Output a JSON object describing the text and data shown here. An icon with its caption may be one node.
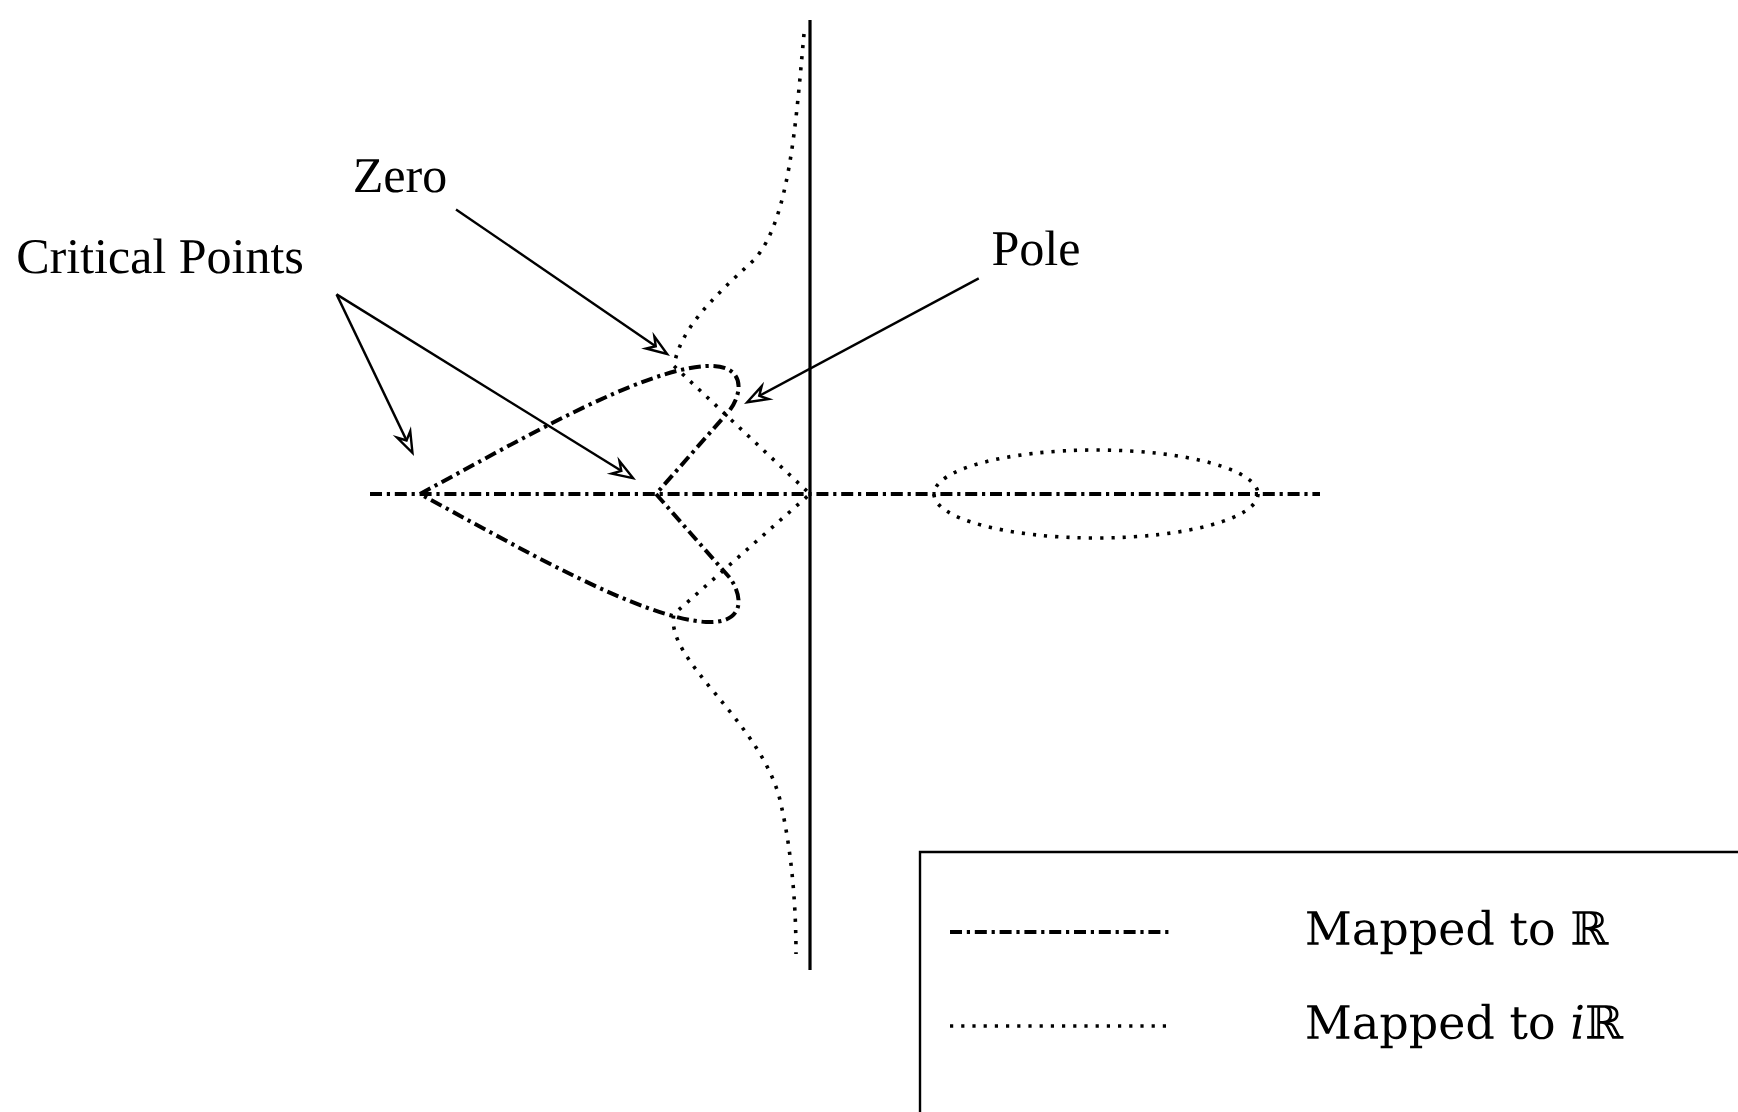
{
  "diagram": {
    "nodes": [
      {
        "text": [
          "Zero"
        ]
      },
      {
        "text": [
          "Critical Points"
        ]
      },
      {
        "text": [
          "Pole"
        ]
      }
    ],
    "edges": [
      {
        "from": 0,
        "to": null,
        "arrow": "to"
      },
      {
        "from": 1,
        "to": null,
        "arrow": "to"
      },
      {
        "from": 1,
        "to": null,
        "arrow": "to"
      },
      {
        "from": 2,
        "to": null,
        "arrow": "to"
      }
    ],
    "legend": [
      {
        "text": "Mapped to ℝ"
      },
      {
        "text": "Mapped to 𝑖ℝ"
      }
    ]
  }
}
